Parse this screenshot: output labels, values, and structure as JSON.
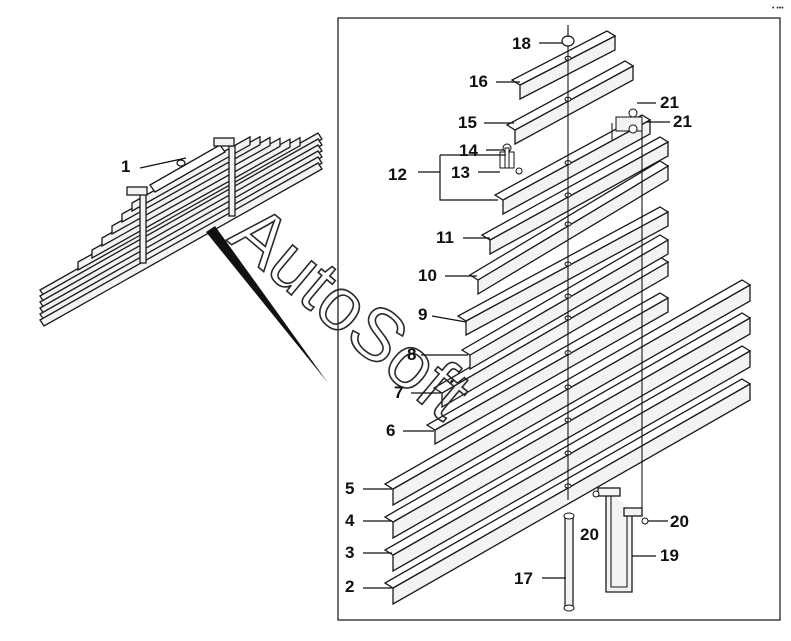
{
  "diagram": {
    "corner_mark": "• •••",
    "watermark": "AutoSoft",
    "parts": [
      {
        "id": "p1",
        "label": "1"
      },
      {
        "id": "p2",
        "label": "2"
      },
      {
        "id": "p3",
        "label": "3"
      },
      {
        "id": "p4",
        "label": "4"
      },
      {
        "id": "p5",
        "label": "5"
      },
      {
        "id": "p6",
        "label": "6"
      },
      {
        "id": "p7",
        "label": "7"
      },
      {
        "id": "p8",
        "label": "8"
      },
      {
        "id": "p9",
        "label": "9"
      },
      {
        "id": "p10",
        "label": "10"
      },
      {
        "id": "p11",
        "label": "11"
      },
      {
        "id": "p12",
        "label": "12"
      },
      {
        "id": "p13",
        "label": "13"
      },
      {
        "id": "p14",
        "label": "14"
      },
      {
        "id": "p15",
        "label": "15"
      },
      {
        "id": "p16",
        "label": "16"
      },
      {
        "id": "p17",
        "label": "17"
      },
      {
        "id": "p18",
        "label": "18"
      },
      {
        "id": "p19",
        "label": "19"
      },
      {
        "id": "p20",
        "label": "20"
      },
      {
        "id": "p21",
        "label": "21"
      }
    ]
  }
}
